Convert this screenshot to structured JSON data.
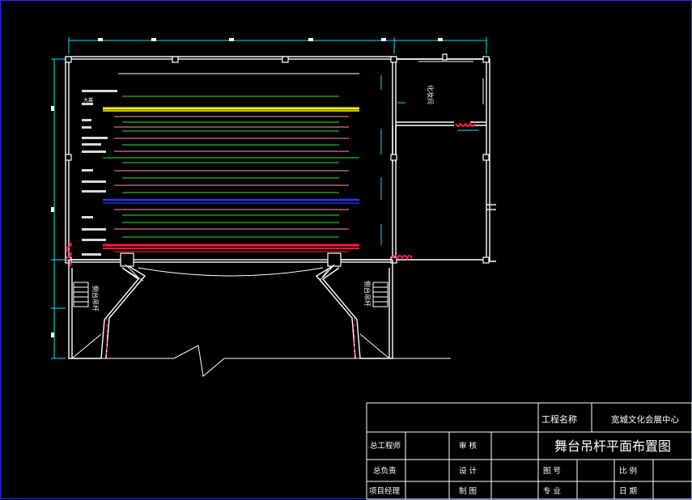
{
  "colors": {
    "background": "#000000",
    "wall": "#ffffff",
    "dimension": "#00e5ff",
    "green_batten": "#22ee22",
    "yellow_batten": "#ffff00",
    "blue_batten": "#1a3aff",
    "red_batten": "#ff1744",
    "pink_batten": "#ff9aa6",
    "frame_border": "#2a2aff"
  },
  "plan": {
    "room_label": "化妆间",
    "left_side_label": "侧台吊杆",
    "right_side_label": "侧台吊杆",
    "batten_labels": [
      "大幕",
      "",
      "",
      "",
      "",
      "",
      "",
      "",
      "",
      "",
      "",
      ""
    ]
  },
  "title_block": {
    "project_name_label": "工程名称",
    "project_name_value": "宽城文化会展中心",
    "drawing_title": "舞台吊杆平面布置图",
    "chief_engineer_label": "总工程师",
    "review_label": "审 核",
    "general_manager_label": "总负责",
    "design_label": "设 计",
    "project_manager_label": "项目经理",
    "draft_label": "制 图",
    "drawing_no_label": "图 号",
    "scale_label": "比 例",
    "discipline_label": "专 业",
    "date_label": "日 期"
  }
}
